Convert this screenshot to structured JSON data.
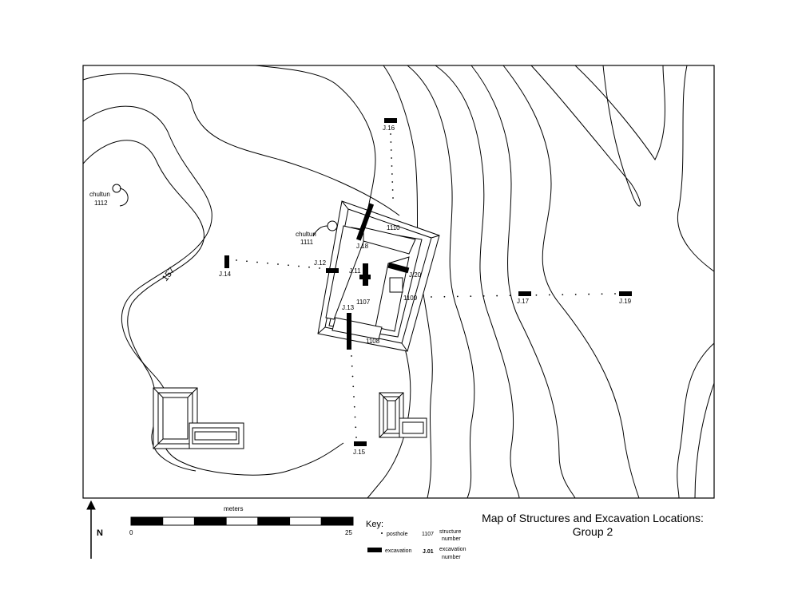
{
  "title": {
    "line1": "Map of Structures and Excavation Locations:",
    "line2": "Group 2"
  },
  "contour_label": "157",
  "chultuns": [
    {
      "label": "chultun",
      "number": "1112"
    },
    {
      "label": "chultun",
      "number": "1111"
    }
  ],
  "structures": {
    "s1110": "1110",
    "s1107": "1107",
    "s1109": "1109",
    "s1108": "1108"
  },
  "excavations": {
    "j11": "J.11",
    "j12": "J.12",
    "j13": "J.13",
    "j14": "J.14",
    "j15": "J.15",
    "j16": "J.16",
    "j17": "J.17",
    "j18": "J.18",
    "j19": "J.19",
    "j20": "J.20"
  },
  "north": {
    "label": "N"
  },
  "scale": {
    "unit_label": "meters",
    "min_label": "0",
    "max_label": "25",
    "min": 0,
    "max": 25,
    "segments": 7
  },
  "key": {
    "heading": "Key:",
    "posthole": "posthole",
    "structure_sample": "1107",
    "structure_line1": "structure",
    "structure_line2": "number",
    "excavation": "excavation",
    "excavation_sample": "J.01",
    "excavation_line1": "excavation",
    "excavation_line2": "number"
  }
}
